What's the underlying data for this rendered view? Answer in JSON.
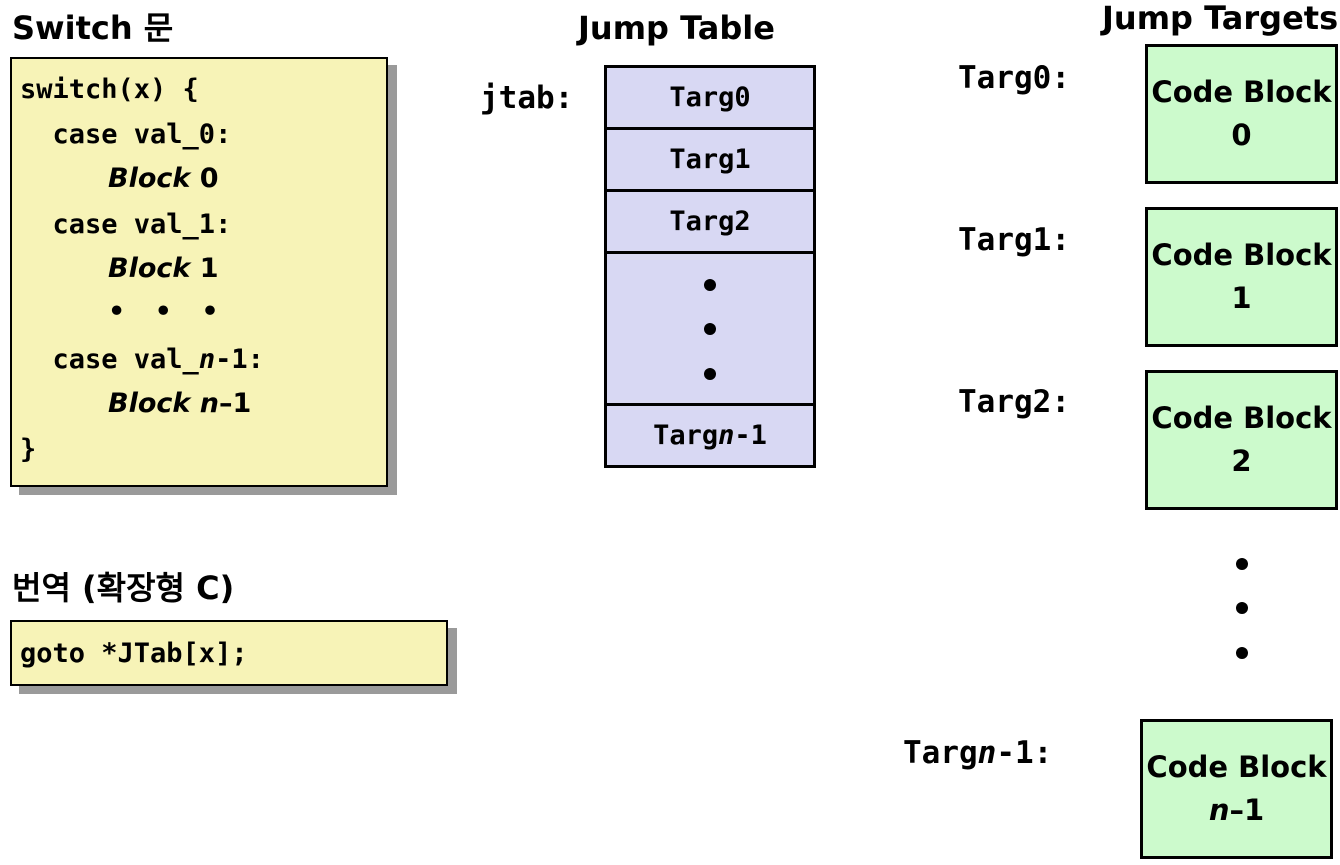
{
  "switch_section": {
    "title": "Switch 문",
    "code": {
      "line1": "switch(x) {",
      "case0": "  case val_0:",
      "block0_word": "Block",
      "block0_num": " 0",
      "case1": "  case val_1:",
      "block1_word": "Block",
      "block1_num": " 1",
      "ellipsis": "• • •",
      "caseN_pre": "  case val_",
      "caseN_n": "n",
      "caseN_post": "-1:",
      "blockN_word": "Block",
      "blockN_n": " n",
      "blockN_post": "–1",
      "close": "}"
    }
  },
  "translation_section": {
    "title": "번역 (확장형 C)",
    "code": "goto *JTab[x];"
  },
  "jump_table": {
    "title": "Jump Table",
    "label": "jtab:",
    "cells": [
      "Targ0",
      "Targ1",
      "Targ2"
    ],
    "last_cell_pre": "Targ",
    "last_cell_n": "n",
    "last_cell_post": "-1"
  },
  "jump_targets": {
    "title": "Jump Targets",
    "labels": [
      "Targ0:",
      "Targ1:",
      "Targ2:"
    ],
    "last_label_pre": "Targ",
    "last_label_n": "n",
    "last_label_post": "-1:",
    "block_text": "Code Block",
    "block_numbers": [
      "0",
      "1",
      "2"
    ],
    "last_block_n": "n",
    "last_block_post": "–1"
  },
  "colors": {
    "code_box": "#f7f3b7",
    "jump_table_cell": "#d8d8f3",
    "code_block": "#ccfacc",
    "shadow": "#9a9a9a"
  }
}
